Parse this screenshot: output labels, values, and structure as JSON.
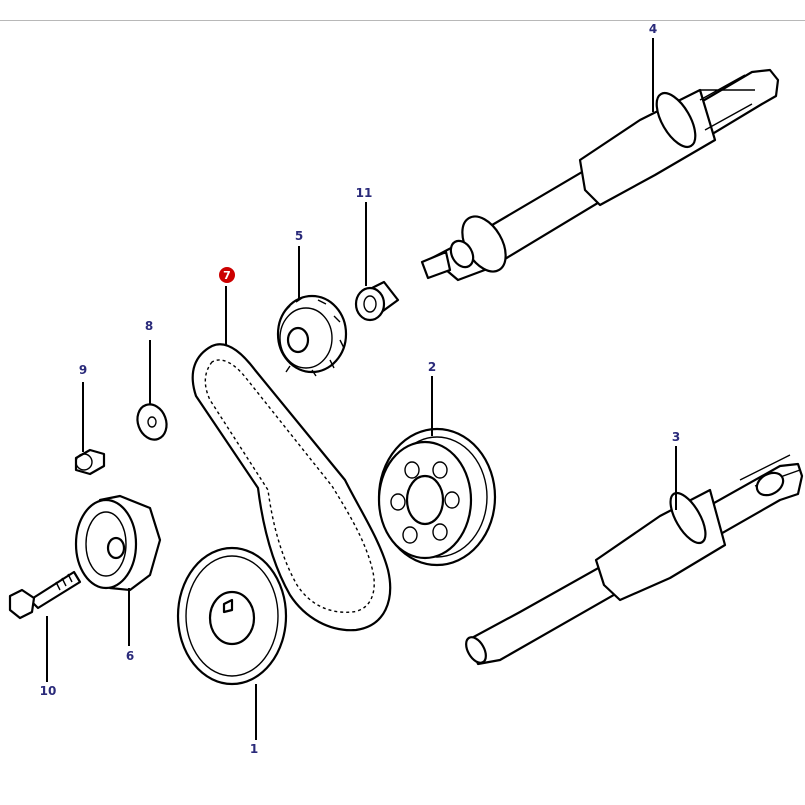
{
  "diagram": {
    "callouts": [
      {
        "id": "1",
        "label": "1",
        "highlighted": false
      },
      {
        "id": "2",
        "label": "2",
        "highlighted": false
      },
      {
        "id": "3",
        "label": "3",
        "highlighted": false
      },
      {
        "id": "4",
        "label": "4",
        "highlighted": false
      },
      {
        "id": "5",
        "label": "5",
        "highlighted": false
      },
      {
        "id": "6",
        "label": "6",
        "highlighted": false
      },
      {
        "id": "7",
        "label": "7",
        "highlighted": true
      },
      {
        "id": "8",
        "label": "8",
        "highlighted": false
      },
      {
        "id": "9",
        "label": "9",
        "highlighted": false
      },
      {
        "id": "10",
        "label": "10",
        "highlighted": false
      },
      {
        "id": "11",
        "label": "11",
        "highlighted": false
      }
    ],
    "colors": {
      "callout_text": "#2a2a7a",
      "highlight_fill": "#cc0000",
      "line": "#000000",
      "background": "#ffffff"
    }
  }
}
